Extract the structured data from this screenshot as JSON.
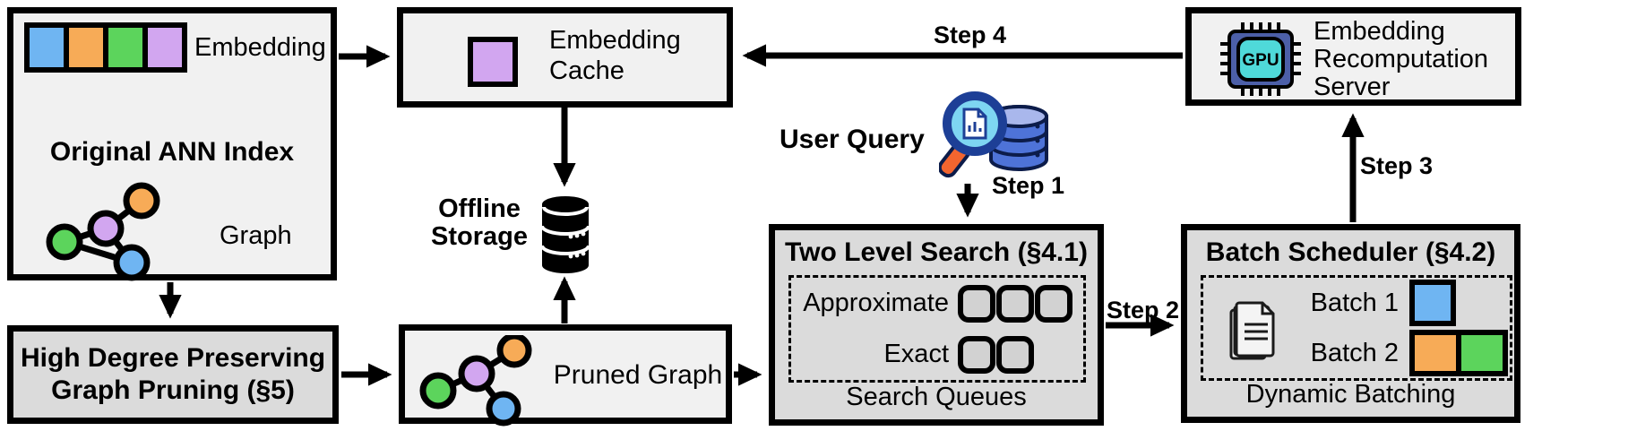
{
  "colors": {
    "blue": "#6FB5F2",
    "orange": "#F7AB57",
    "green": "#5CD45C",
    "purple": "#D2A6F0",
    "box_light": "#F1F1F1",
    "box_dark": "#DBDBDB",
    "queue_fill": "#D2D2D2",
    "outline": "#000000",
    "gpu_chip": "#4C5FA8",
    "gpu_core": "#4FD9D9",
    "db_blue": "#4E73D8",
    "db_blue_light": "#A9B7EC",
    "magnifier_rim": "#1D3F96",
    "magnifier_lens": "#7ED6F2",
    "magnifier_handle": "#F2652F"
  },
  "ann_index": {
    "embedding_label": "Embedding",
    "title": "Original ANN Index",
    "graph_label": "Graph"
  },
  "embedding_cache": {
    "title": "Embedding\nCache"
  },
  "offline_storage": {
    "label": "Offline\nStorage"
  },
  "user_query": {
    "label": "User Query"
  },
  "steps": {
    "step1": "Step 1",
    "step2": "Step 2",
    "step3": "Step 3",
    "step4": "Step 4"
  },
  "two_level_search": {
    "title": "Two Level Search (§4.1)",
    "approximate_label": "Approximate",
    "exact_label": "Exact",
    "footer": "Search Queues"
  },
  "batch_scheduler": {
    "title": "Batch Scheduler (§4.2)",
    "batch1_label": "Batch 1",
    "batch2_label": "Batch 2",
    "footer": "Dynamic Batching"
  },
  "recomputation_server": {
    "title": "Embedding\nRecomputation\nServer",
    "gpu_label": "GPU"
  },
  "graph_pruning": {
    "title": "High Degree Preserving\nGraph Pruning (§5)"
  },
  "pruned_graph": {
    "label": "Pruned Graph"
  }
}
